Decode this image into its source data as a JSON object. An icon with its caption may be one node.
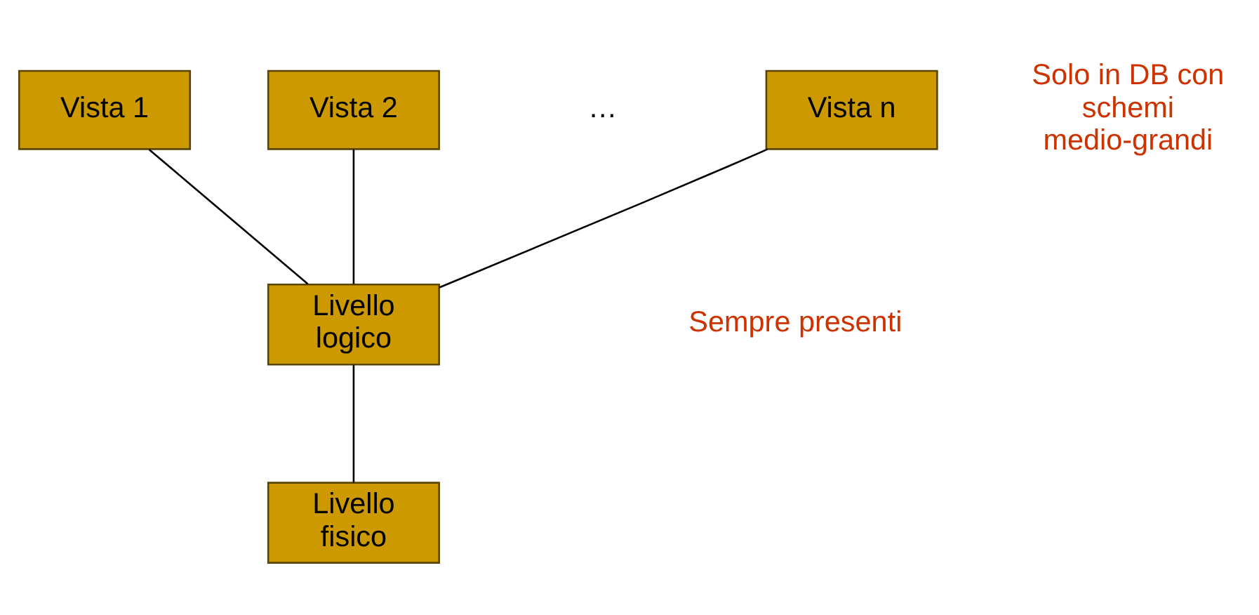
{
  "diagram": {
    "nodes": [
      {
        "text": [
          "Vista 1"
        ]
      },
      {
        "text": [
          "Vista 2"
        ]
      },
      {
        "text": [
          "Vista n"
        ]
      },
      {
        "text": [
          "Livello logico"
        ]
      },
      {
        "text": [
          "Livello fisico"
        ]
      }
    ],
    "edges": [
      {
        "from": 0,
        "to": 3,
        "arrow": "none"
      },
      {
        "from": 1,
        "to": 3,
        "arrow": "none"
      },
      {
        "from": 2,
        "to": 3,
        "arrow": "none"
      },
      {
        "from": 3,
        "to": 4,
        "arrow": "none"
      }
    ],
    "labels": [
      "…",
      "Solo in DB con schemi medio-grandi",
      "Sempre presenti"
    ]
  }
}
